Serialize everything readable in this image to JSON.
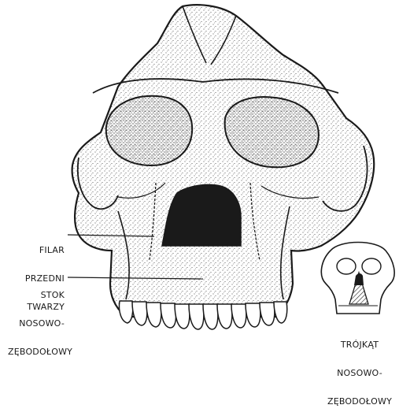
{
  "labels": {
    "pillar": [
      "FILAR",
      "PRZEDNI",
      "TWARZY"
    ],
    "slope": [
      "STOK",
      "NOSOWO-",
      "ZĘBODOŁOWY"
    ],
    "triangle": [
      "TRÓJKĄT",
      "NOSOWO-",
      "ZĘBODOŁOWY"
    ]
  },
  "colors": {
    "ink": "#1a1a1a",
    "paper": "#ffffff",
    "stipple": "#2b2b2b"
  }
}
